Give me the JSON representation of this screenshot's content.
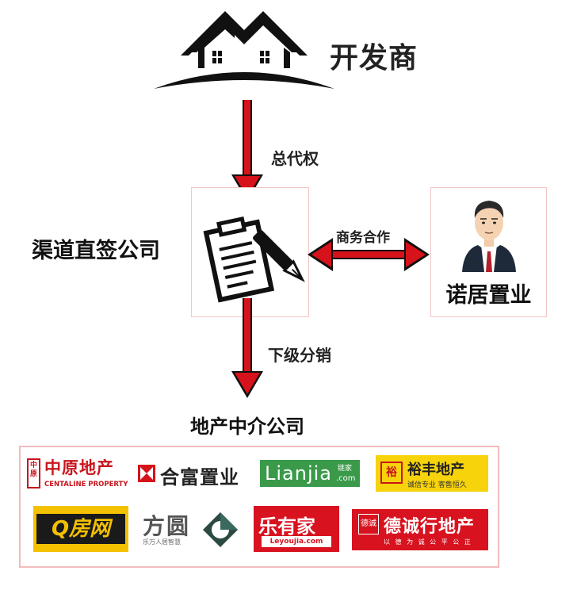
{
  "developer": {
    "label": "开发商",
    "icon": "house-icon"
  },
  "edges": {
    "top_to_channel": "总代权",
    "channel_partner": "商务合作",
    "channel_to_agency": "下级分销"
  },
  "channel": {
    "label": "渠道直签公司",
    "icon": "contract-signing-icon"
  },
  "partner": {
    "name": "诺居置业",
    "icon": "businessman-avatar-icon"
  },
  "agencies": {
    "title": "地产中介公司",
    "centaline": {
      "mark": "中原",
      "name": "中原地产",
      "english": "CENTALINE PROPERTY"
    },
    "hefu": {
      "name": "合富置业"
    },
    "lianjia": {
      "name": "Lianjia",
      "cn": "链家",
      "domain": ".com"
    },
    "yufeng": {
      "mark": "裕",
      "name": "裕丰地产",
      "slogan": "诚信专业  客售恒久"
    },
    "qfang": {
      "name": "Q房网"
    },
    "fangyuan": {
      "name": "方圆",
      "slogan": "乐万人居智慧"
    },
    "leyoujia": {
      "name": "乐有家",
      "domain": "Leyoujia.com"
    },
    "decheng": {
      "mark": "德诚",
      "name": "德诚行地产",
      "slogan": "以 德 为 诚   公 平 公 正"
    }
  },
  "colors": {
    "arrow_red": "#d6121a",
    "box_border": "#f0c6c6",
    "panel_border": "#f2bcbc",
    "centaline_red": "#c8161d",
    "lianjia_green": "#3a9a4a",
    "yufeng_yellow": "#f6d30a",
    "qfang_yellow": "#f3c100",
    "leyoujia_red": "#d8121f"
  }
}
